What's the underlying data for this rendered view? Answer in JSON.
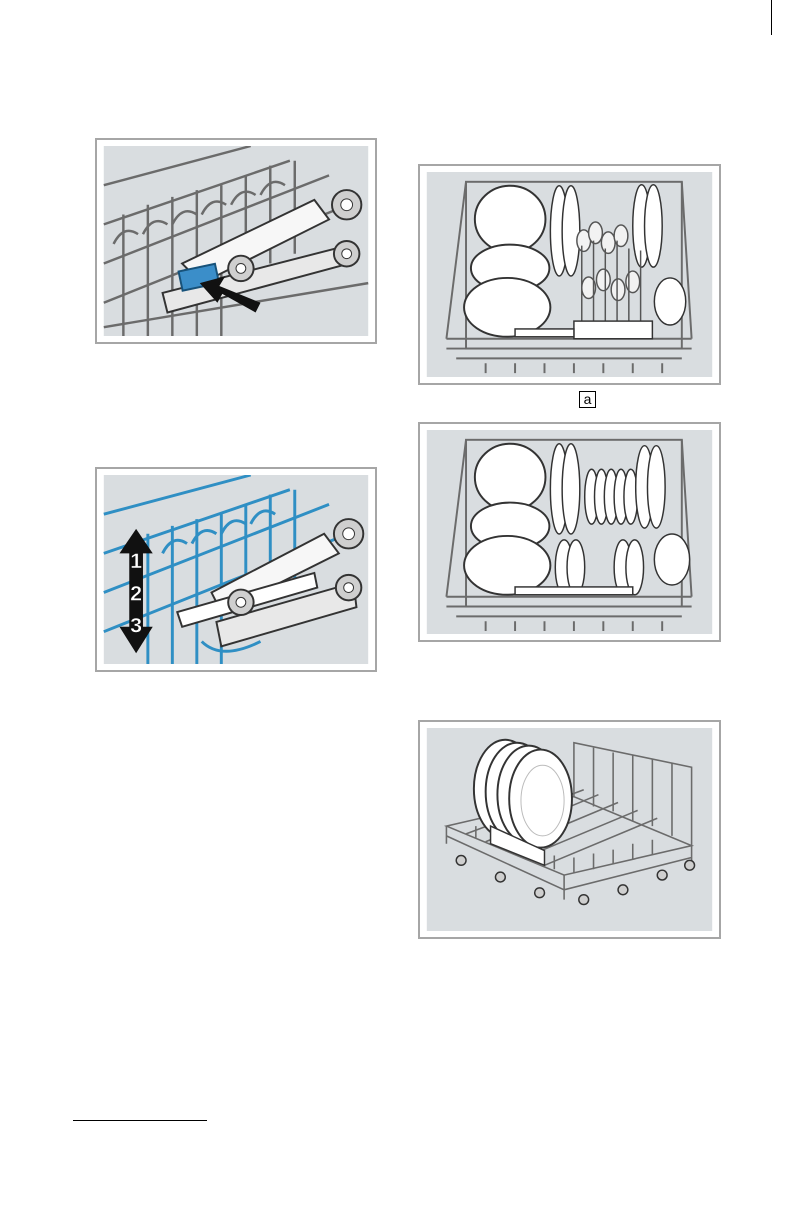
{
  "figures": {
    "rack_release": {
      "name": "rack-height-release-lever"
    },
    "rack_height": {
      "name": "rack-height-positions",
      "positions": [
        "1",
        "2",
        "3"
      ]
    },
    "loading_example_a": {
      "name": "upper-rack-loaded-cutlery",
      "label": "a"
    },
    "loading_example_b": {
      "name": "upper-rack-loaded-plates"
    },
    "lower_rack": {
      "name": "lower-rack-large-plates"
    }
  },
  "colors": {
    "illustration_bg": "#d9dde0",
    "rack_wire": "#6b6b6b",
    "rack_wire_highlight": "#2f8fc4",
    "button_highlight": "#3b8ec9",
    "arrow": "#111111"
  }
}
